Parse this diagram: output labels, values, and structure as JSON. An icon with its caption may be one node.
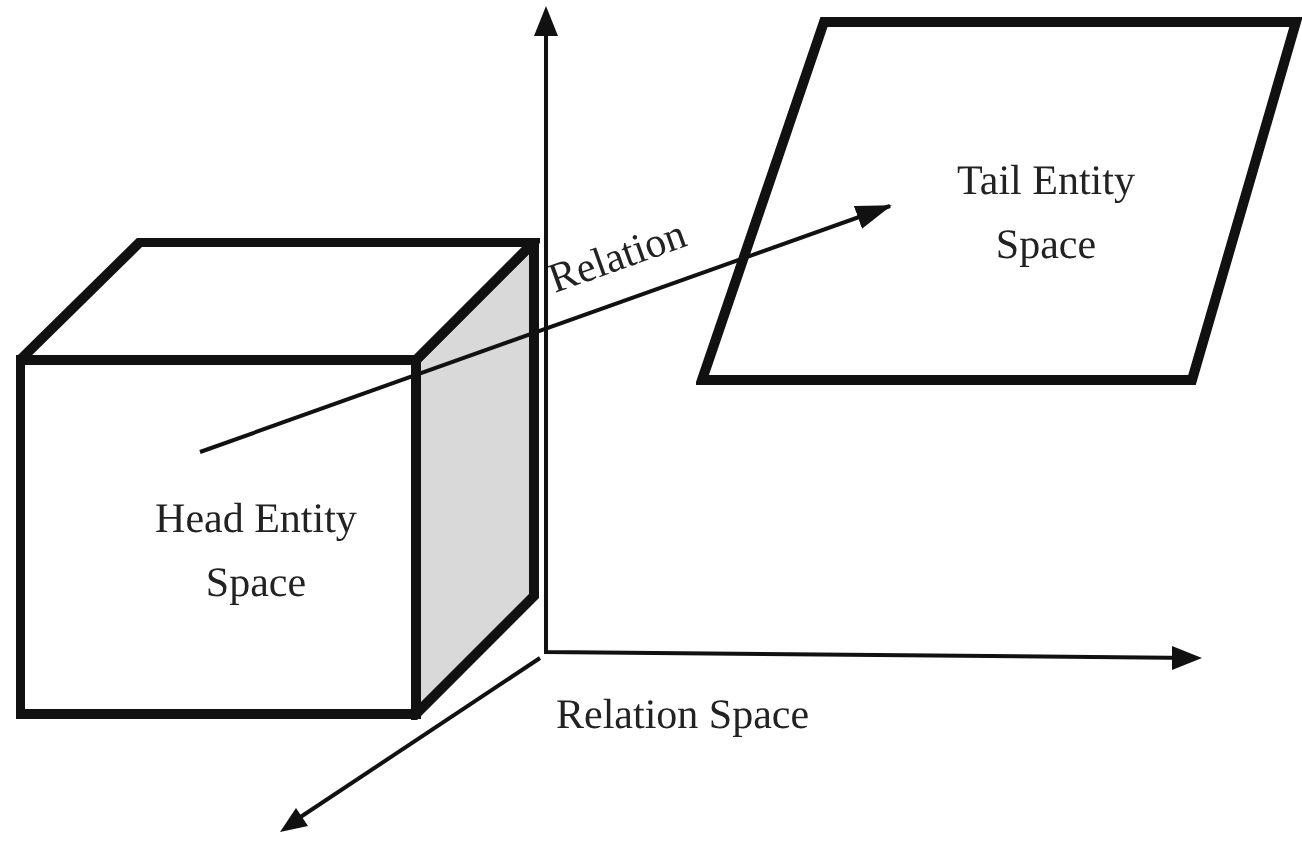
{
  "diagram": {
    "nodes": [
      {
        "text": [
          "Head Entity Space"
        ]
      },
      {
        "text": [
          "Tail Entity Space"
        ]
      }
    ],
    "edges": [
      {
        "from": 0,
        "to": 1,
        "arrow": "to",
        "label": "Relation"
      }
    ],
    "labels": [
      "Relation Space"
    ]
  }
}
